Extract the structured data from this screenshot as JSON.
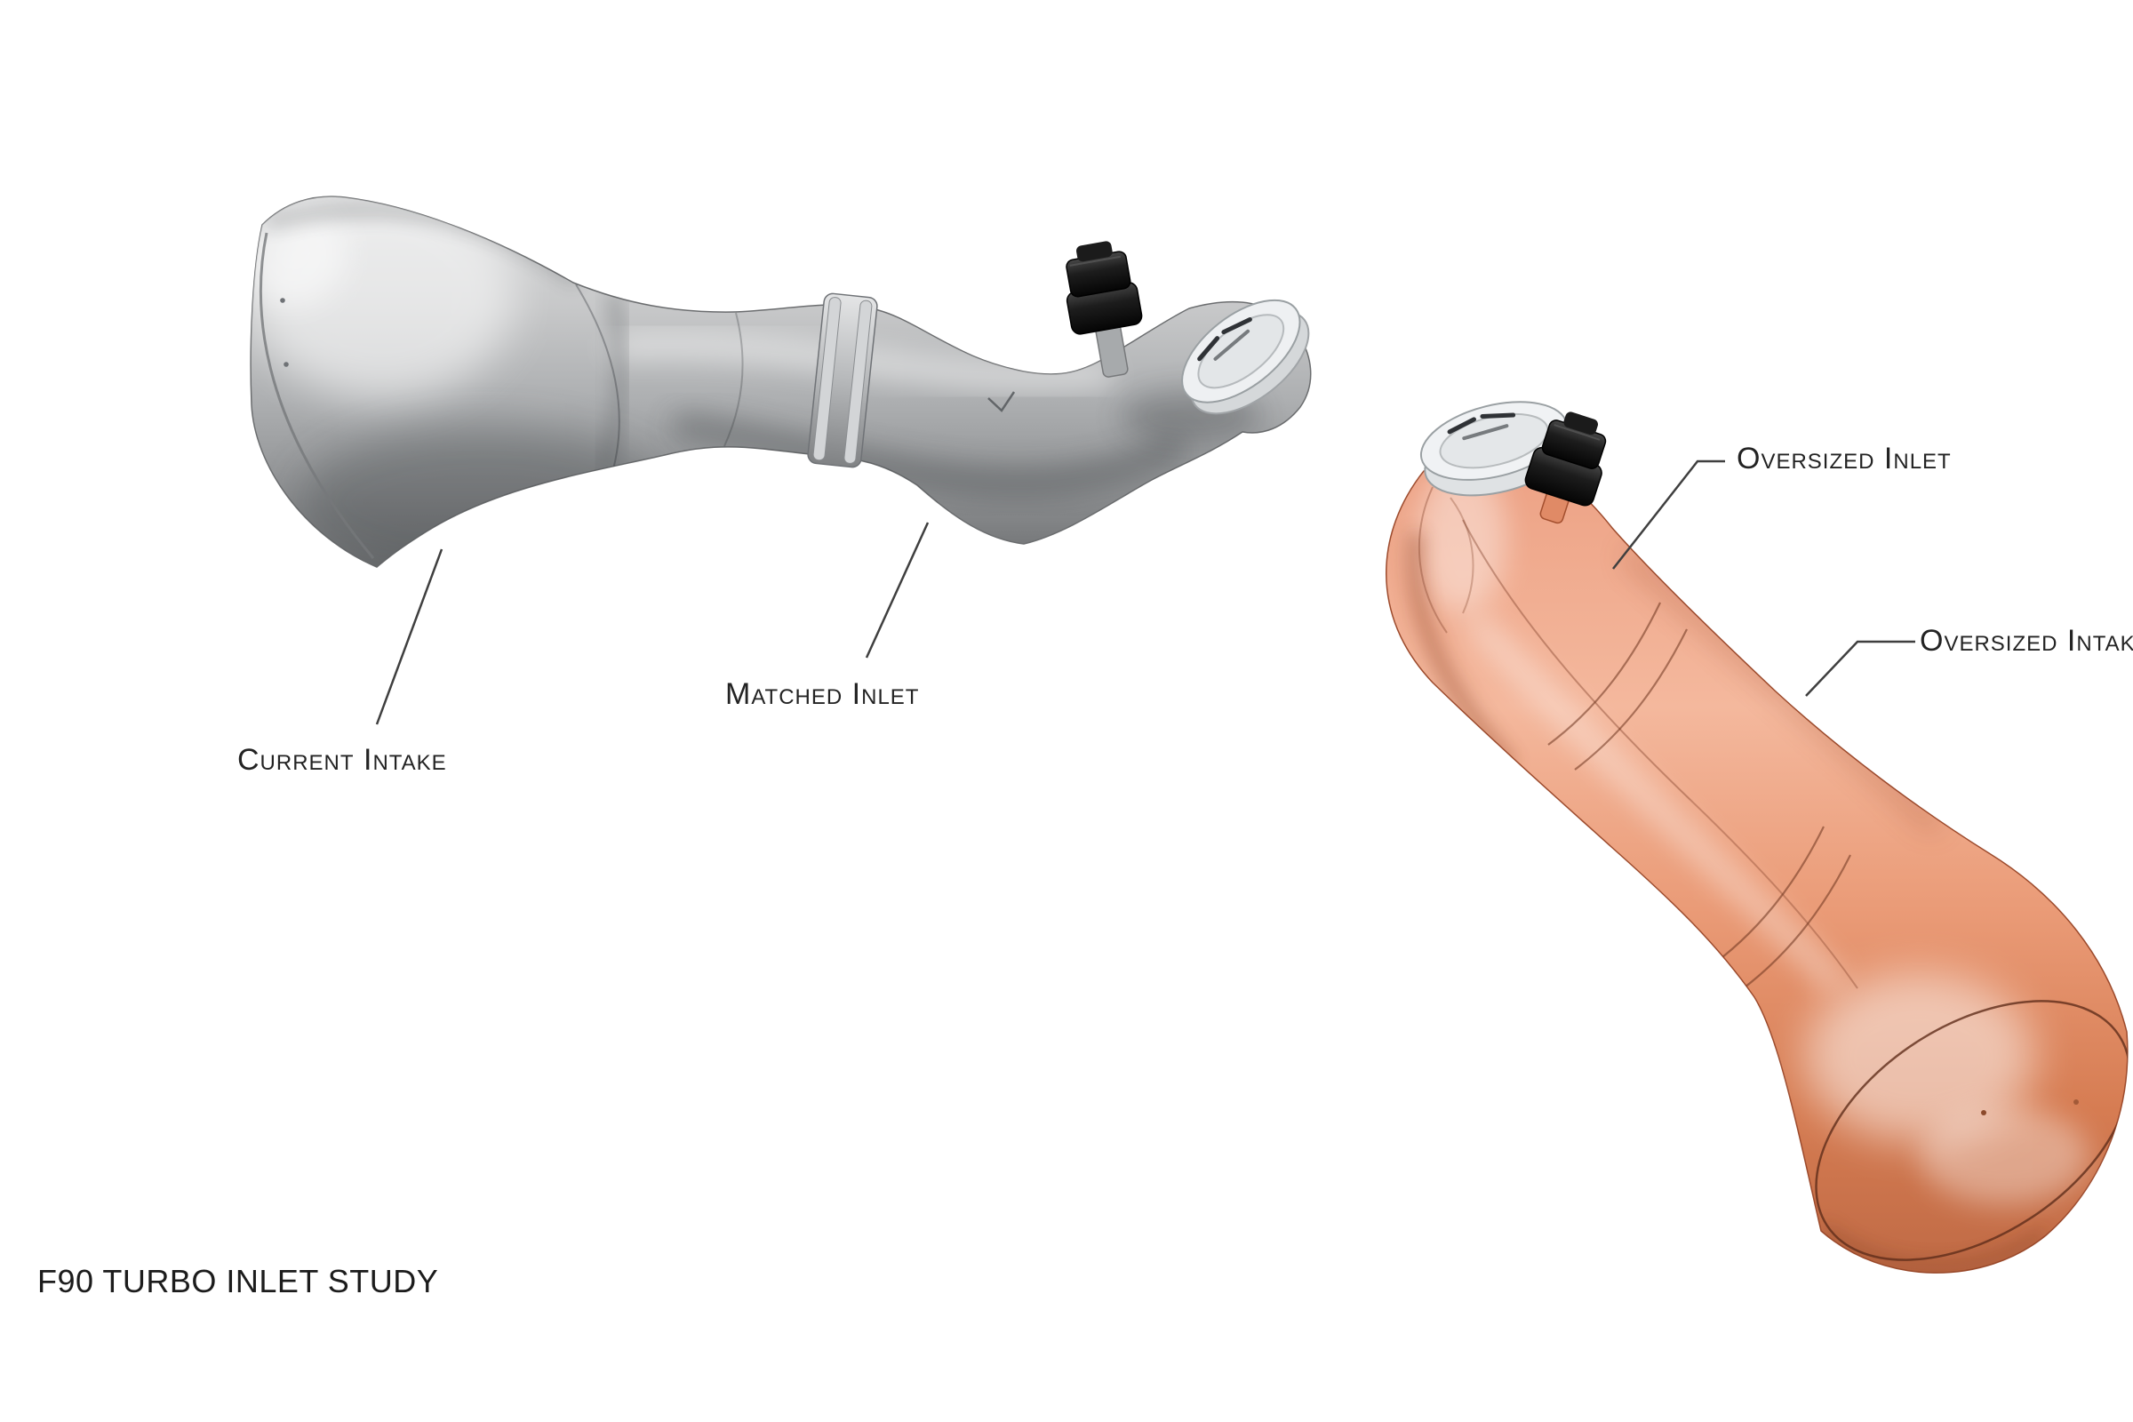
{
  "canvas": {
    "background_color": "#ffffff"
  },
  "caption": {
    "study_title": "F90 TURBO INLET STUDY"
  },
  "annotations": {
    "current_intake": "Current Intake",
    "matched_inlet": "Matched Inlet",
    "oversized_inlet": "Oversized Inlet",
    "oversized_intake": "Oversized Intake"
  },
  "colors": {
    "current_intake_body": "#b7b9bb",
    "oversized_intake_body": "#e89a78",
    "clamp": "#c6c8ca",
    "end_cap": "#eef0f2",
    "sensor_fitting": "#141414",
    "leader_line": "#3f3f3f"
  }
}
